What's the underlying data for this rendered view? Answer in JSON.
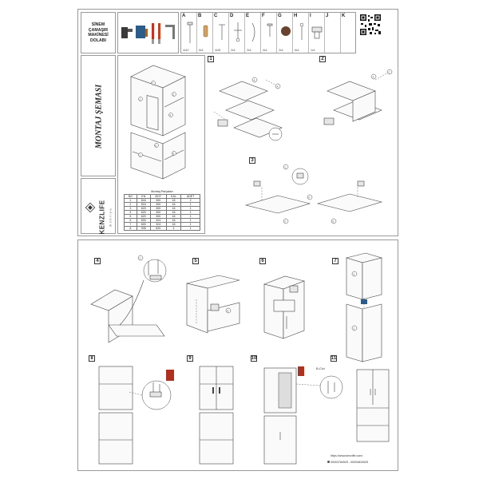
{
  "header": {
    "title_lines": [
      "SİNEM",
      "ÇAMAŞIR",
      "MAKİNESİ",
      "DOLABI"
    ]
  },
  "parts": [
    {
      "letter": "A",
      "qty": "4x10"
    },
    {
      "letter": "B",
      "qty": "6x4"
    },
    {
      "letter": "C",
      "qty": "4x30"
    },
    {
      "letter": "D",
      "qty": "2x4"
    },
    {
      "letter": "E",
      "qty": "2x4"
    },
    {
      "letter": "F",
      "qty": "4x4"
    },
    {
      "letter": "G",
      "qty": "2x4"
    },
    {
      "letter": "H",
      "qty": "6x4"
    },
    {
      "letter": "I",
      "qty": "1x4"
    },
    {
      "letter": "J",
      "qty": ""
    },
    {
      "letter": "K",
      "qty": ""
    }
  ],
  "vertical_title": "MONTAJ ŞEMASI",
  "logo": {
    "brand": "KENZLIFE",
    "sub": "mobilya"
  },
  "parts_table": {
    "title": "Montaj Parçaları",
    "headers": [
      "NO",
      "EN",
      "BOY",
      "KAL",
      "ADET"
    ],
    "rows": [
      [
        "1",
        "844",
        "300",
        "18",
        "2"
      ],
      [
        "2",
        "516",
        "300",
        "18",
        "1"
      ],
      [
        "3",
        "620",
        "300",
        "18",
        "1"
      ],
      [
        "4",
        "620",
        "300",
        "18",
        "1"
      ],
      [
        "5",
        "620",
        "300",
        "18",
        "1"
      ],
      [
        "6",
        "600",
        "324",
        "18",
        "1"
      ],
      [
        "7",
        "600",
        "324",
        "18",
        "1"
      ],
      [
        "8",
        "906",
        "620",
        "4",
        "1"
      ]
    ]
  },
  "steps": [
    "1",
    "2",
    "3",
    "4",
    "5",
    "6",
    "7",
    "8",
    "9",
    "10",
    "11"
  ],
  "detail_label": "B-Civi",
  "footer": {
    "website": "https://www.kenzlife.com/",
    "phones": "05303784525 - 05394834525"
  }
}
